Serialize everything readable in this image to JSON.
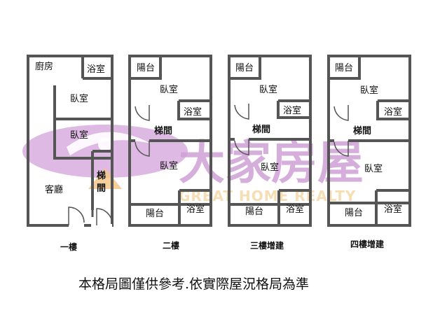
{
  "watermark": {
    "brand_cn": "大家房屋",
    "brand_en": "GREAT HOME REALTY",
    "purple": "#cfa0d6",
    "orange": "#f3c78a"
  },
  "floors": [
    {
      "label": "一樓",
      "rooms": {
        "kitchen": "廚房",
        "bath": "浴室",
        "bedroom1": "臥室",
        "bedroom2": "臥室",
        "living": "客廳",
        "stairs": "梯間"
      }
    },
    {
      "label": "二樓",
      "rooms": {
        "balcony_top": "陽台",
        "bedroom_top": "臥室",
        "bath_mid": "浴室",
        "stairs": "梯間",
        "bedroom_bottom": "臥室",
        "balcony_bottom": "陽台",
        "bath_bottom": "浴室"
      }
    },
    {
      "label": "三樓增建",
      "rooms": {
        "balcony_top": "陽台",
        "bedroom_top": "臥室",
        "bath_mid": "浴室",
        "stairs": "梯間",
        "bedroom_bottom": "臥室",
        "balcony_bottom": "陽台",
        "bath_bottom": "浴室"
      }
    },
    {
      "label": "四樓增建",
      "rooms": {
        "balcony_top": "陽台",
        "bedroom_top": "臥室",
        "bath_mid": "浴室",
        "stairs": "梯間",
        "bedroom_bottom": "臥室",
        "balcony_bottom": "陽台",
        "bath_bottom": "浴室"
      }
    }
  ],
  "disclaimer": "本格局圖僅供參考.依實際屋況格局為準"
}
